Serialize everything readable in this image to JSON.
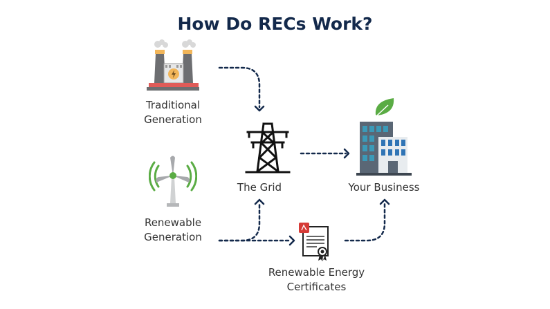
{
  "title": "How Do RECs Work?",
  "nodes": {
    "traditional": {
      "line1": "Traditional",
      "line2": "Generation",
      "icon": "factory-icon"
    },
    "renewable": {
      "line1": "Renewable",
      "line2": "Generation",
      "icon": "wind-turbine-icon"
    },
    "grid": {
      "label": "The Grid",
      "icon": "power-tower-icon"
    },
    "business": {
      "label": "Your Business",
      "icon": "building-icon"
    },
    "certificates": {
      "line1": "Renewable Energy",
      "line2": "Certificates",
      "icon": "certificate-icon"
    }
  },
  "colors": {
    "title": "#13294b",
    "arrow": "#13294b",
    "green": "#5aac44",
    "building": "#5a6775",
    "window": "#3b9ab8",
    "factory_red": "#e05b58",
    "factory_gray": "#6d6e71",
    "cert_red": "#d63b37"
  }
}
